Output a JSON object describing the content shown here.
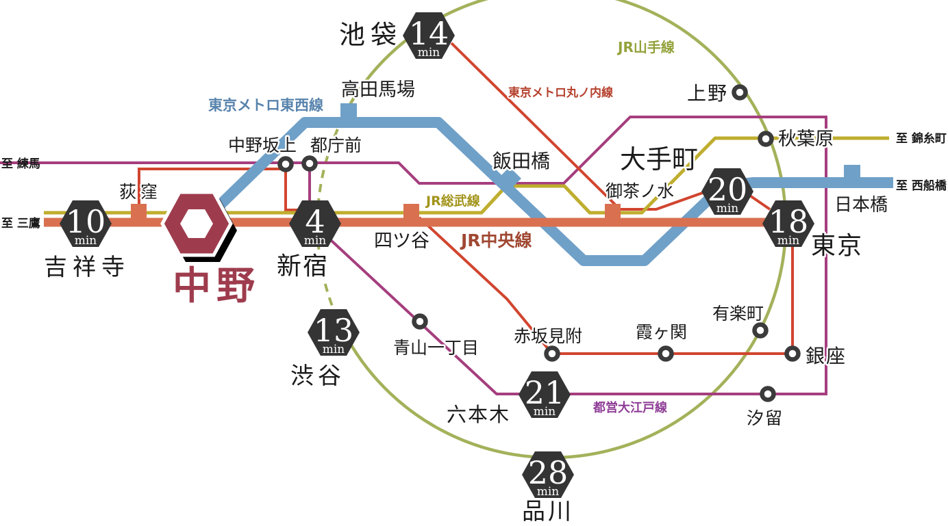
{
  "colors": {
    "bg": "#FFFFFF",
    "ink": "#1A1A1A",
    "ring": "#3B3B3B",
    "badge": "#343434",
    "nakano": "#9E3C4E",
    "yamanote": "#A4B15A",
    "chuo": "#D97050",
    "sobu": "#BFAE2F",
    "tozai": "#6FA0C8",
    "marunouchi": "#D1452F",
    "oedo": "#A53E7E",
    "lbl-yamanote": "#94A23B",
    "lbl-chuo": "#A04832",
    "lbl-sobu": "#A2941B",
    "lbl-tozai": "#5783AC",
    "lbl-marunouchi": "#B5402C",
    "lbl-oedo": "#8E3D96"
  },
  "main_station": {
    "name": "中野"
  },
  "lines": {
    "yamanote": {
      "label": "JR山手線"
    },
    "chuo": {
      "label": "JR中央線"
    },
    "sobu": {
      "label": "JR総武線"
    },
    "tozai": {
      "label": "東京メトロ東西線"
    },
    "marunouchi": {
      "label": "東京メトロ丸ノ内線"
    },
    "oedo": {
      "label": "都営大江戸線"
    }
  },
  "endpoints": {
    "nerima": "至 練馬",
    "mitaka": "至 三鷹",
    "kinshicho": "至 錦糸町",
    "nishi_funabashi": "至 西船橋"
  },
  "stations": {
    "ikebukuro": "池袋",
    "takadanobaba": "高田馬場",
    "nakanosakaue": "中野坂上",
    "tochomae": "都庁前",
    "ogikubo": "荻窪",
    "kichijoji": "吉祥寺",
    "shinjuku": "新宿",
    "yotsuya": "四ツ谷",
    "iidabashi": "飯田橋",
    "ochanomizu": "御茶ノ水",
    "otemachi": "大手町",
    "ueno": "上野",
    "akihabara": "秋葉原",
    "nihonbashi": "日本橋",
    "tokyo": "東京",
    "akasakamitsuke": "赤坂見附",
    "kasumigaseki": "霞ヶ関",
    "yurakucho": "有楽町",
    "ginza": "銀座",
    "aoyamaitchome": "青山一丁目",
    "shibuya": "渋谷",
    "roppongi": "六本木",
    "shiodome": "汐留",
    "shinagawa": "品川"
  },
  "badges": {
    "ikebukuro": {
      "minutes": "14",
      "unit": "min"
    },
    "kichijoji": {
      "minutes": "10",
      "unit": "min"
    },
    "shinjuku": {
      "minutes": "4",
      "unit": "min"
    },
    "shibuya": {
      "minutes": "13",
      "unit": "min"
    },
    "otemachi": {
      "minutes": "20",
      "unit": "min"
    },
    "tokyo": {
      "minutes": "18",
      "unit": "min"
    },
    "roppongi": {
      "minutes": "21",
      "unit": "min"
    },
    "shinagawa": {
      "minutes": "28",
      "unit": "min"
    }
  }
}
